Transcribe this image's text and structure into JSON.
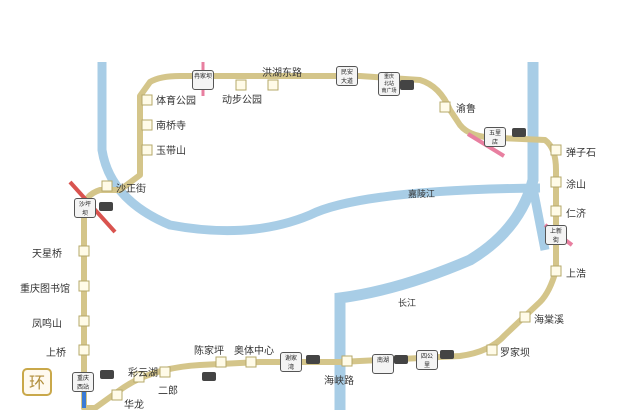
{
  "badge": "环",
  "stations": {
    "tiyu": "体育公园",
    "nanqiaosi": "南桥寺",
    "yudaishan": "玉带山",
    "shazhengjie": "沙正街",
    "tianxingqiao": "天星桥",
    "library": "重庆图书馆",
    "fengmingshan": "凤鸣山",
    "shangqiao": "上桥",
    "dongbu": "动步公园",
    "hongxi": "洪湖东路",
    "yulu": "渝鲁",
    "tanzishi": "弹子石",
    "tushan": "涂山",
    "renji": "仁济",
    "shanghao": "上浩",
    "haitangxi": "海棠溪",
    "luojiaba": "罗家坝",
    "haixialu": "海峡路",
    "aotizhongxin": "奥体中心",
    "chenjiaping": "陈家坪",
    "erlang": "二郎",
    "caiyunhu": "彩云湖",
    "hualong": "华龙"
  },
  "transfers": {
    "ranjiaba": "冉家坝",
    "minan": "民安\n大道",
    "transfer2": "重庆\n北站\n南广场",
    "wulidian": "五里\n店",
    "shapingba": "沙坪\n坝",
    "shangxinjie": "上新\n街",
    "nanhu": "南湖",
    "sigongli": "四公\n里",
    "xiejiawan": "谢家\n湾",
    "chongqingxizhan": "重庆\n西站"
  },
  "rivers": {
    "jialing": "嘉陵江",
    "changjiang": "长江"
  },
  "colors": {
    "ring": "#d4c58a",
    "river": "#a8cde6",
    "train": "#444444",
    "line_red": "#d9534f",
    "line_pink": "#e87fa0",
    "line_blue": "#3a7bd5"
  }
}
